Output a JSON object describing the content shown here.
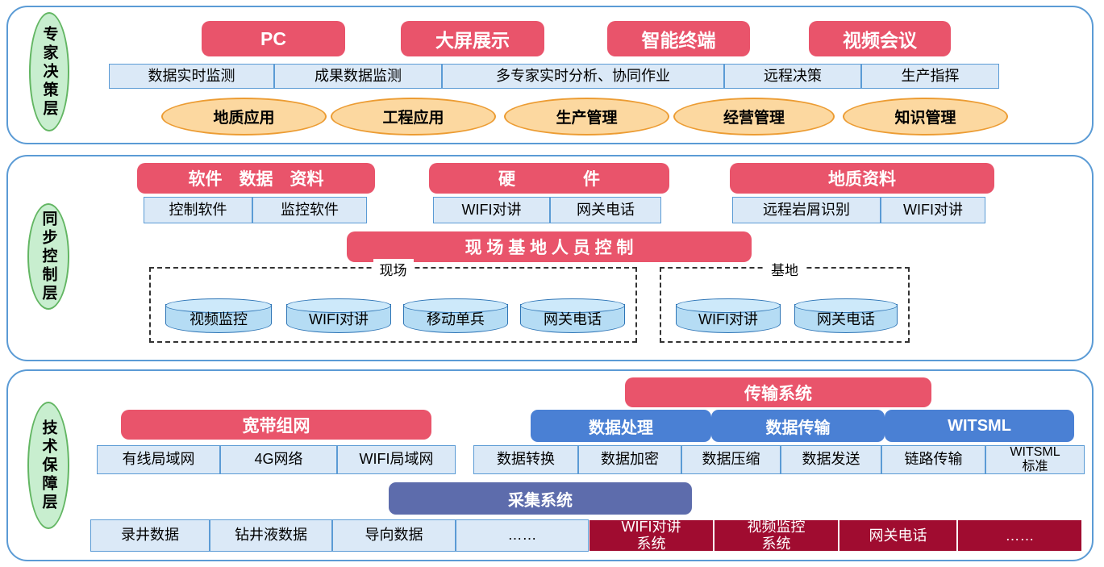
{
  "layer1": {
    "label": "专家决策层",
    "terminals": [
      "PC",
      "大屏展示",
      "智能终端",
      "视频会议"
    ],
    "functions": [
      "数据实时监测",
      "成果数据监测",
      "多专家实时分析、协同作业",
      "远程决策",
      "生产指挥"
    ],
    "applications": [
      "地质应用",
      "工程应用",
      "生产管理",
      "经营管理",
      "知识管理"
    ]
  },
  "layer2": {
    "label": "同步控制层",
    "group_titles": [
      "软件　数据　资料",
      "硬　　　　件",
      "地质资料"
    ],
    "group1_items": [
      "控制软件",
      "监控软件"
    ],
    "group2_items": [
      "WIFI对讲",
      "网关电话"
    ],
    "group3_items": [
      "远程岩屑识别",
      "WIFI对讲"
    ],
    "control_bar": "现 场 基 地 人 员 控 制",
    "site_label": "现场",
    "site_items": [
      "视频监控",
      "WIFI对讲",
      "移动单兵",
      "网关电话"
    ],
    "base_label": "基地",
    "base_items": [
      "WIFI对讲",
      "网关电话"
    ]
  },
  "layer3": {
    "label": "技术保障层",
    "transmission_title": "传输系统",
    "broadband_title": "宽带组网",
    "modules": [
      "数据处理",
      "数据传输",
      "WITSML"
    ],
    "network_items": [
      "有线局域网",
      "4G网络",
      "WIFI局域网"
    ],
    "data_items": [
      "数据转换",
      "数据加密",
      "数据压缩",
      "数据发送",
      "链路传输",
      "WITSML\n标准"
    ],
    "collection_title": "采集系统",
    "source_items": [
      "录井数据",
      "钻井液数据",
      "导向数据",
      "……"
    ],
    "system_items": [
      "WIFI对讲\n系统",
      "视频监控\n系统",
      "网关电话",
      "……"
    ]
  },
  "colors": {
    "accent_red": "#e9546b",
    "orange_fill": "#fcd8a0",
    "orange_border": "#ec9c33",
    "green_fill": "#c8eecf",
    "green_border": "#63b663",
    "lightblue_fill": "#dbe9f7",
    "blue_border": "#5b9bd5",
    "module_blue": "#4a80d4",
    "collection_blue": "#5d6cac",
    "dark_red": "#a00c30",
    "cylinder_fill": "#b5dcf4",
    "cylinder_border": "#2e75b6"
  }
}
